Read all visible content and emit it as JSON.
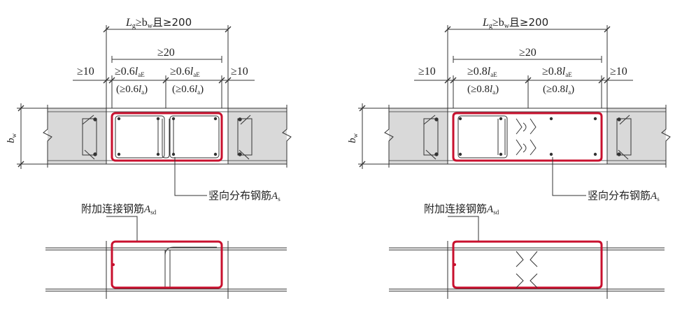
{
  "title": "",
  "colors": {
    "line": "#333333",
    "red": "#c8102e",
    "wall_fill": "#d9d9d9",
    "background": "#ffffff"
  },
  "left": {
    "top_dim": {
      "a": "L",
      "a_sub": "g",
      "b": "≥b",
      "b_sub": "w",
      "c": "且≥200"
    },
    "ge20": "≥20",
    "ge10_left": "≥10",
    "ge10_right": "≥10",
    "seg1": {
      "a": "≥0.6",
      "i": "l",
      "sub": "aE"
    },
    "seg2": {
      "a": "≥0.6",
      "i": "l",
      "sub": "aE"
    },
    "seg1p": {
      "a": "(≥0.6",
      "i": "l",
      "sub": "a",
      "b": ")"
    },
    "seg2p": {
      "a": "(≥0.6",
      "i": "l",
      "sub": "a",
      "b": ")"
    },
    "bw": {
      "a": "b",
      "sub": "w"
    },
    "vertical_label": {
      "a": "竖向分布钢筋",
      "i": "A",
      "sub": "s"
    },
    "additional_label": {
      "a": "附加连接钢筋",
      "i": "A",
      "sub": "sd"
    }
  },
  "right": {
    "top_dim": {
      "a": "L",
      "a_sub": "g",
      "b": "≥b",
      "b_sub": "w",
      "c": "且≥200"
    },
    "ge20": "≥20",
    "ge10_left": "≥10",
    "ge10_right": "≥10",
    "seg1": {
      "a": "≥0.8",
      "i": "l",
      "sub": "aE"
    },
    "seg2": {
      "a": "≥0.8",
      "i": "l",
      "sub": "aE"
    },
    "seg1p": {
      "a": "(≥0.8",
      "i": "l",
      "sub": "a",
      "b": ")"
    },
    "seg2p": {
      "a": "(≥0.8",
      "i": "l",
      "sub": "a",
      "b": ")"
    },
    "bw": {
      "a": "b",
      "sub": "w"
    },
    "vertical_label": {
      "a": "竖向分布钢筋",
      "i": "A",
      "sub": "s"
    },
    "additional_label": {
      "a": "附加连接钢筋",
      "i": "A",
      "sub": "sd"
    }
  }
}
